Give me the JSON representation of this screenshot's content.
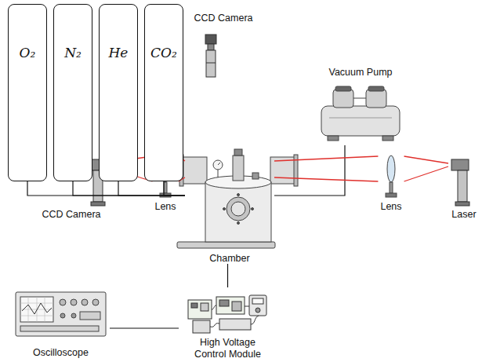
{
  "diagram": {
    "nodes": [
      {
        "text": [
          "O₂"
        ]
      },
      {
        "text": [
          "N₂"
        ]
      },
      {
        "text": [
          "He"
        ]
      },
      {
        "text": [
          "CO₂"
        ]
      },
      {
        "text": [
          "CCD Camera"
        ]
      },
      {
        "text": [
          "Vacuum Pump"
        ]
      },
      {
        "text": [
          "CCD Camera"
        ]
      },
      {
        "text": [
          "Lens"
        ]
      },
      {
        "text": [
          "Chamber"
        ]
      },
      {
        "text": [
          "Lens"
        ]
      },
      {
        "text": [
          "Laser"
        ]
      },
      {
        "text": [
          "Oscilloscope"
        ]
      },
      {
        "text": [
          "High Voltage Control Module"
        ]
      }
    ],
    "edges": [
      {
        "from": 0,
        "to": 8,
        "arrow": "none"
      },
      {
        "from": 1,
        "to": 8,
        "arrow": "none"
      },
      {
        "from": 2,
        "to": 8,
        "arrow": "none"
      },
      {
        "from": 3,
        "to": 8,
        "arrow": "none"
      },
      {
        "from": 8,
        "to": 5,
        "arrow": "none"
      },
      {
        "from": 10,
        "to": 9,
        "arrow": "none"
      },
      {
        "from": 9,
        "to": 8,
        "arrow": "none"
      },
      {
        "from": 8,
        "to": 7,
        "arrow": "none"
      },
      {
        "from": 7,
        "to": 6,
        "arrow": "none"
      },
      {
        "from": 8,
        "to": 12,
        "arrow": "none"
      },
      {
        "from": 11,
        "to": 12,
        "arrow": "none"
      }
    ]
  }
}
